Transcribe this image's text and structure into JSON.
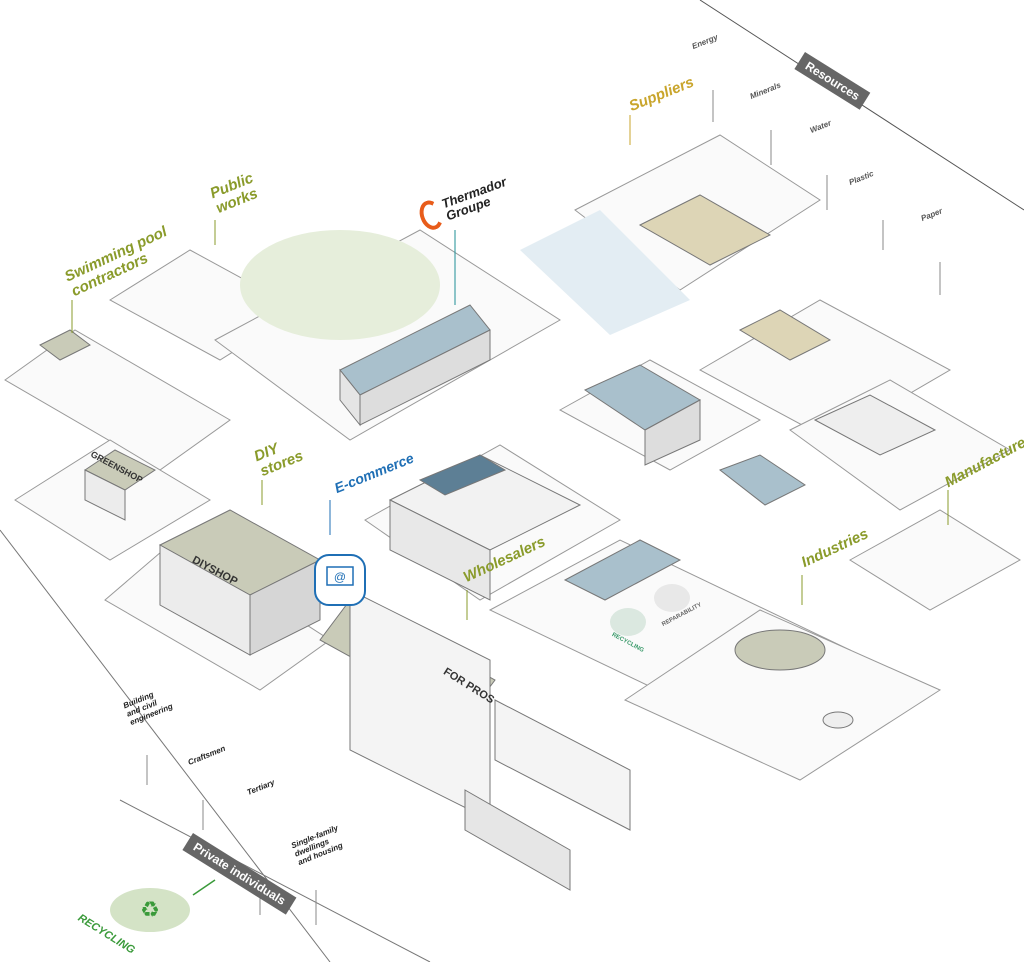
{
  "brand": {
    "name_line1": "Thermador",
    "name_line2": "Groupe",
    "accent": "#e85c1a"
  },
  "sections": {
    "swimming_pool": "Swimming pool contractors",
    "swimming_pool_l1": "Swimming pool",
    "swimming_pool_l2": "contractors",
    "public_works_l1": "Public",
    "public_works_l2": "works",
    "diy_l1": "DIY",
    "diy_l2": "stores",
    "ecommerce": "E-commerce",
    "wholesalers": "Wholesalers",
    "industries": "Industries",
    "manufacturers": "Manufacturers",
    "suppliers": "Suppliers"
  },
  "resources": {
    "title": "Resources",
    "items": [
      "Energy",
      "Minerals",
      "Water",
      "Plastic",
      "Paper"
    ]
  },
  "customers": {
    "title": "Private individuals",
    "building_l1": "Building",
    "building_l2": "and civil",
    "building_l3": "engineering",
    "craftsmen": "Craftsmen",
    "tertiary": "Tertiary",
    "housing_l1": "Single-family",
    "housing_l2": "dwellings",
    "housing_l3": "and housing"
  },
  "signs": {
    "greenshop": "GREENSHOP",
    "diyshop": "DIYSHOP",
    "forpros": "FOR PROS"
  },
  "circular": {
    "recycling_small": "RECYCLING",
    "reparability": "REPARABILITY",
    "recycling_big": "RECYCLING"
  },
  "colors": {
    "green_label": "#8a9b2b",
    "gold_label": "#c9a52c",
    "blue_label": "#1f6fb5",
    "badge": "#666666",
    "recycle_green": "#3a9a3a"
  }
}
